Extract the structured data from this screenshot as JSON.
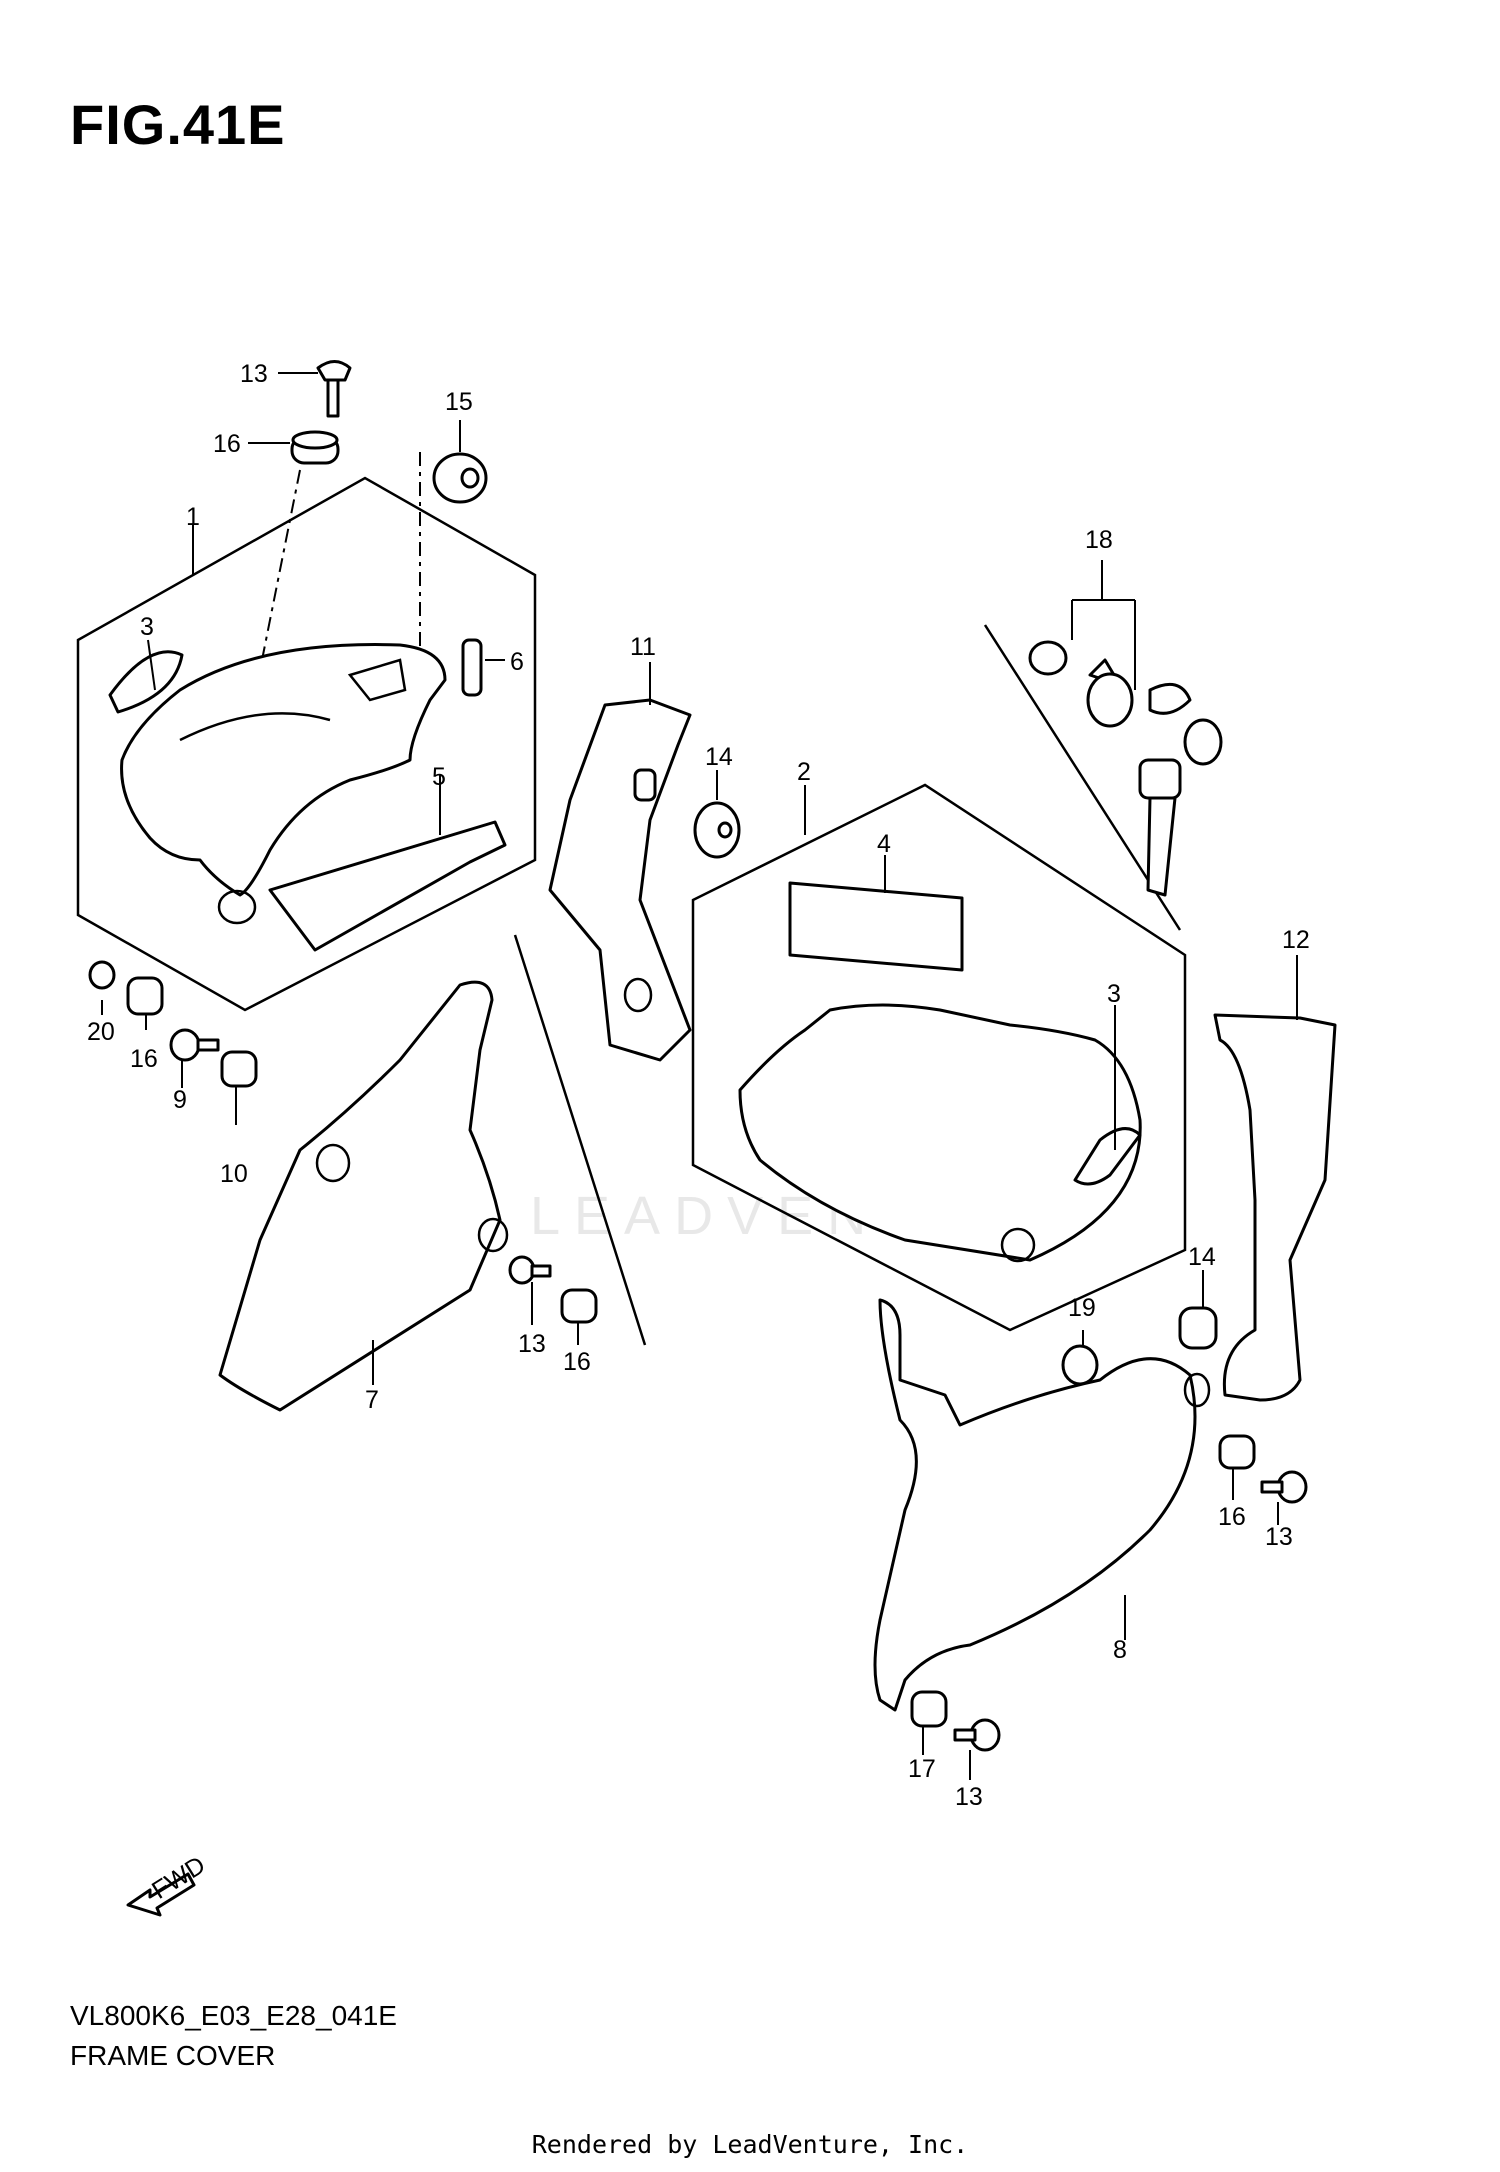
{
  "figure_title": "FIG.41E",
  "watermark": "LEADVENTURE",
  "fwd_label": "FWD",
  "callouts": {
    "c13a": "13",
    "c16a": "16",
    "c15": "15",
    "c1": "1",
    "c3a": "3",
    "c6": "6",
    "c5": "5",
    "c20": "20",
    "c16b": "16",
    "c9": "9",
    "c10": "10",
    "c11": "11",
    "c14a": "14",
    "c2": "2",
    "c4": "4",
    "c3b": "3",
    "c18": "18",
    "c12": "12",
    "c7": "7",
    "c13b": "13",
    "c16c": "16",
    "c14b": "14",
    "c19": "19",
    "c16d": "16",
    "c13c": "13",
    "c8": "8",
    "c17": "17",
    "c13d": "13"
  },
  "footer": {
    "model_code": "VL800K6_E03_E28_041E",
    "section_name": "FRAME COVER",
    "rendered_by": "Rendered by LeadVenture, Inc."
  }
}
